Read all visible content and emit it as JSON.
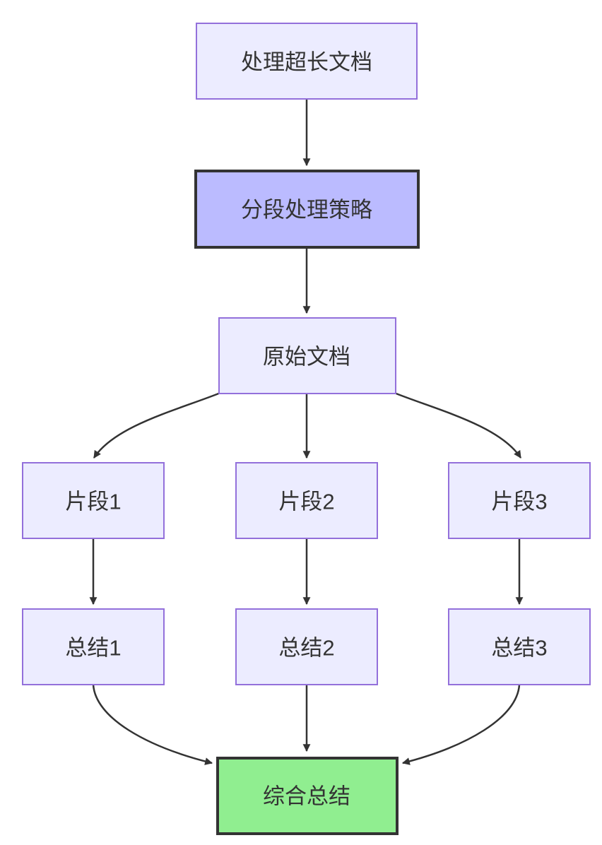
{
  "diagram": {
    "type": "flowchart",
    "direction": "top-down",
    "background": "#FFFFFF",
    "colors": {
      "node_fill": "#ECECFF",
      "node_stroke": "#9370DB",
      "highlight_fill": "#BBBBFF",
      "highlight_stroke": "#333333",
      "result_fill": "#90EE90",
      "result_stroke": "#333333",
      "edge": "#333333",
      "text": "#333333"
    },
    "nodes": [
      {
        "id": "A",
        "label": "处理超长文档",
        "style": "default"
      },
      {
        "id": "B",
        "label": "分段处理策略",
        "style": "highlight"
      },
      {
        "id": "C",
        "label": "原始文档",
        "style": "default"
      },
      {
        "id": "D1",
        "label": "片段1",
        "style": "default"
      },
      {
        "id": "D2",
        "label": "片段2",
        "style": "default"
      },
      {
        "id": "D3",
        "label": "片段3",
        "style": "default"
      },
      {
        "id": "E1",
        "label": "总结1",
        "style": "default"
      },
      {
        "id": "E2",
        "label": "总结2",
        "style": "default"
      },
      {
        "id": "E3",
        "label": "总结3",
        "style": "default"
      },
      {
        "id": "F",
        "label": "综合总结",
        "style": "result"
      }
    ],
    "edges": [
      {
        "from": "A",
        "to": "B"
      },
      {
        "from": "B",
        "to": "C"
      },
      {
        "from": "C",
        "to": "D1"
      },
      {
        "from": "C",
        "to": "D2"
      },
      {
        "from": "C",
        "to": "D3"
      },
      {
        "from": "D1",
        "to": "E1"
      },
      {
        "from": "D2",
        "to": "E2"
      },
      {
        "from": "D3",
        "to": "E3"
      },
      {
        "from": "E1",
        "to": "F"
      },
      {
        "from": "E2",
        "to": "F"
      },
      {
        "from": "E3",
        "to": "F"
      }
    ]
  }
}
